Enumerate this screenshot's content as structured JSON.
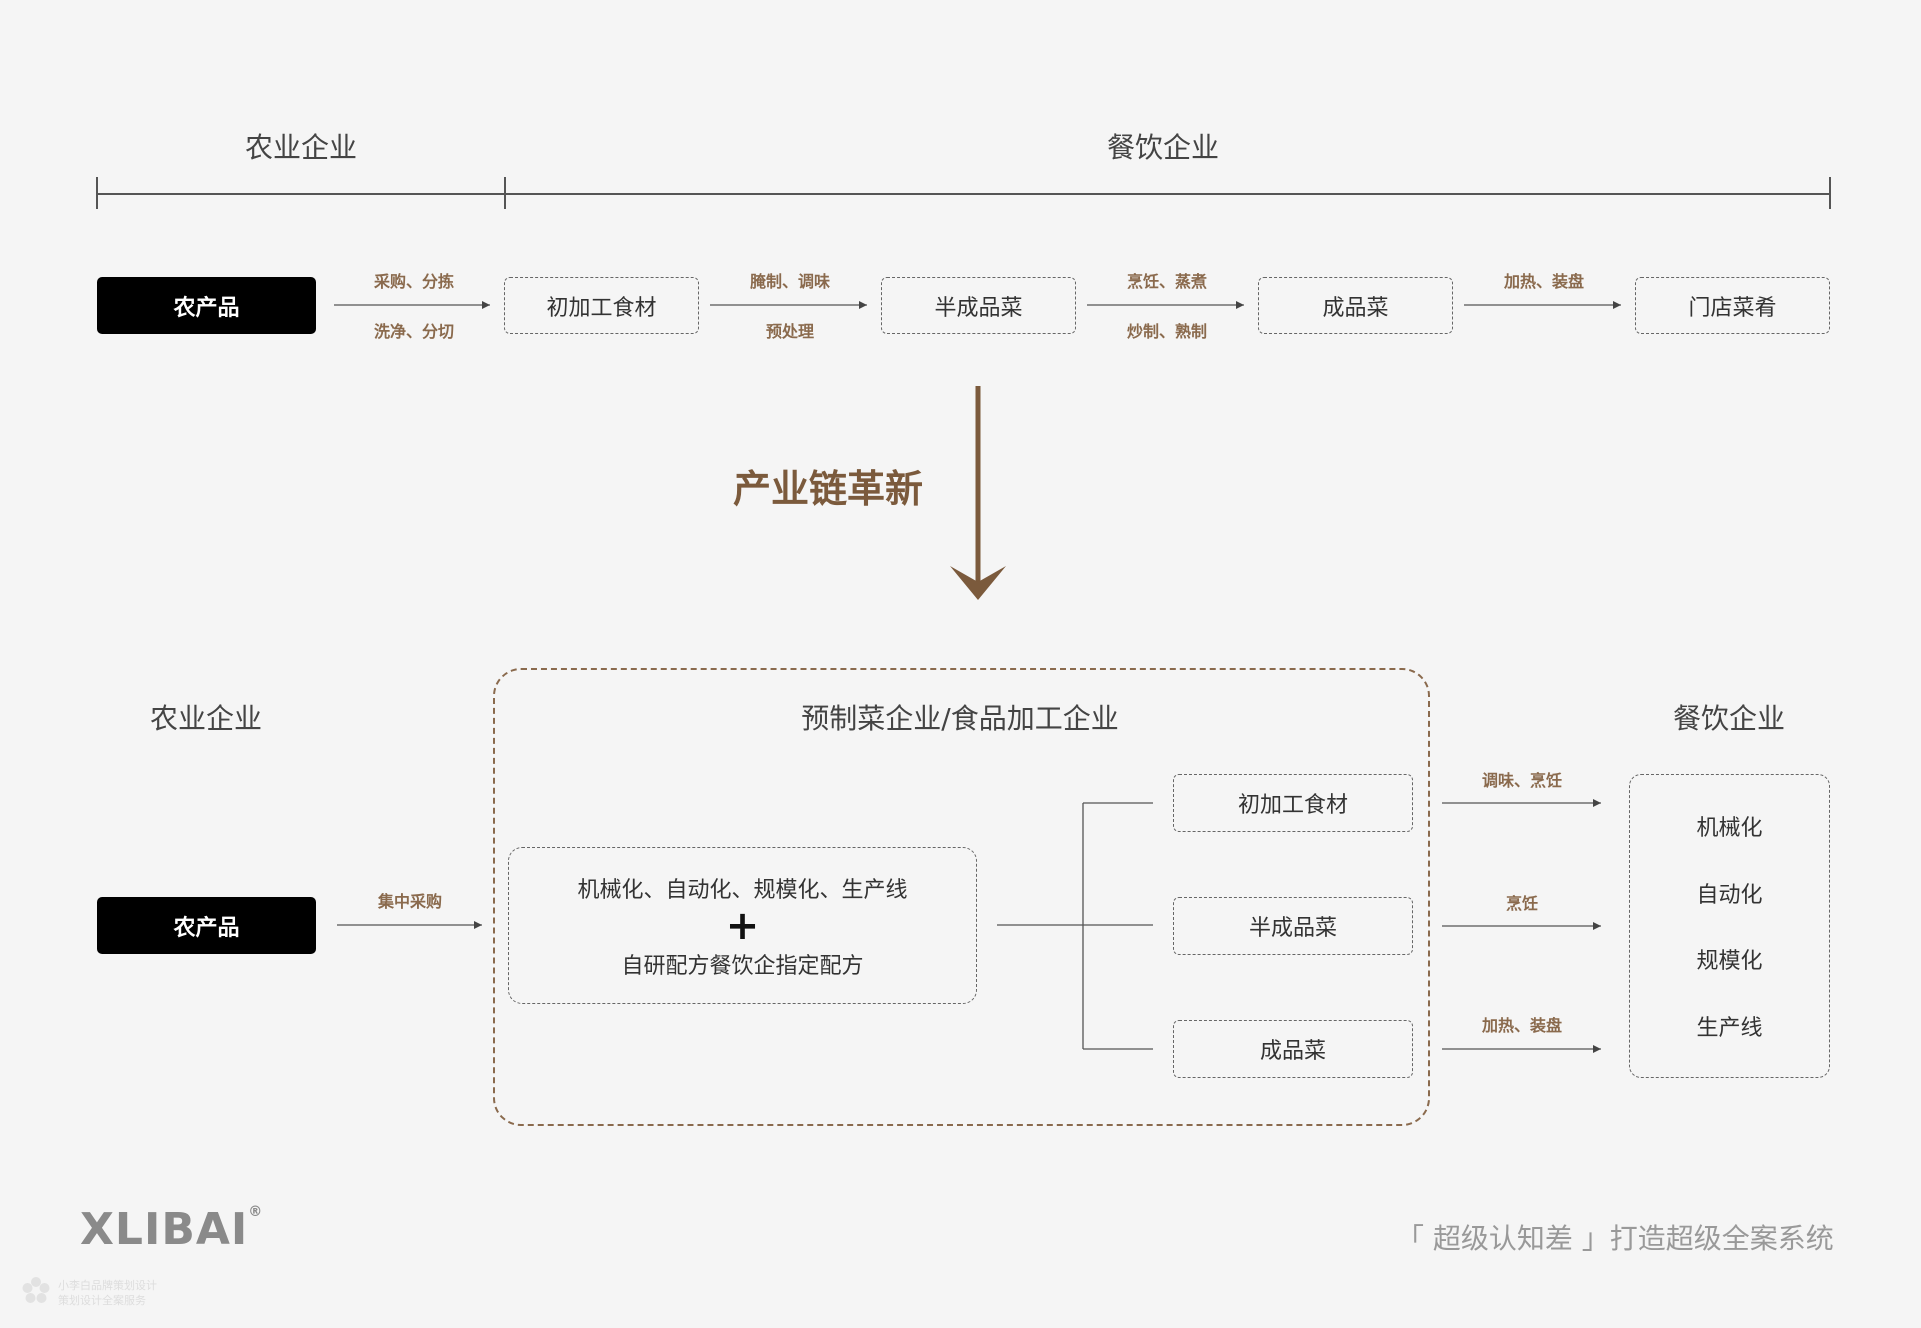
{
  "top": {
    "left_header": "农业企业",
    "right_header": "餐饮企业",
    "source": "农产品",
    "steps": [
      "初加工食材",
      "半成品菜",
      "成品菜",
      "门店菜肴"
    ],
    "arrows": [
      {
        "top": "采购、分拣",
        "bottom": "洗净、分切"
      },
      {
        "top": "腌制、调味",
        "bottom": "预处理"
      },
      {
        "top": "烹饪、蒸煮",
        "bottom": "炒制、熟制"
      },
      {
        "top": "加热、装盘",
        "bottom": ""
      }
    ]
  },
  "transition": {
    "title": "产业链革新"
  },
  "bottom": {
    "left_header": "农业企业",
    "middle_header": "预制菜企业/食品加工企业",
    "right_header": "餐饮企业",
    "source": "农产品",
    "source_arrow_label": "集中采购",
    "center_line1": "机械化、自动化、规模化、生产线",
    "center_plus": "+",
    "center_line2": "自研配方餐饮企指定配方",
    "products": [
      "初加工食材",
      "半成品菜",
      "成品菜"
    ],
    "product_arrow_labels": [
      "调味、烹饪",
      "烹饪",
      "加热、装盘"
    ],
    "capabilities": [
      "机械化",
      "自动化",
      "规模化",
      "生产线"
    ]
  },
  "footer": {
    "logo": "XLIBAI",
    "logo_mark": "®",
    "slogan": "「 超级认知差 」打造超级全案系统",
    "watermark_line1": "小李白品牌策划设计",
    "watermark_line2": "策划设计全案服务",
    "watermark_icon": "flower-icon"
  },
  "colors": {
    "accent_brown": "#7b5a3c",
    "label_brown": "#8a6a4d",
    "background": "#f5f5f5",
    "source_box": "#000000"
  }
}
